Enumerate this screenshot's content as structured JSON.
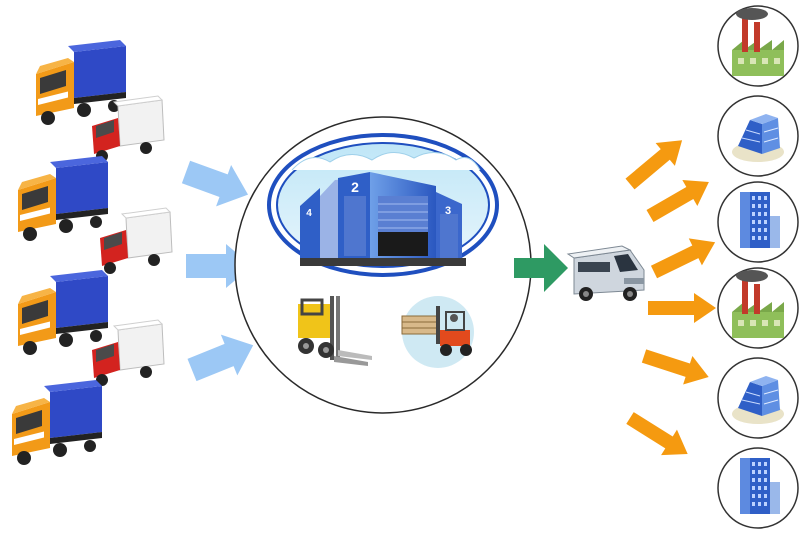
{
  "diagram": {
    "warehouse_door_numbers": [
      "2",
      "4",
      "3"
    ],
    "colors": {
      "inbound_arrow": "#9cc8f5",
      "outbound_arrow": "#f59a10",
      "delivery_arrow": "#2e9a63",
      "truck_cab_orange": "#f29a18",
      "truck_cargo_blue": "#2f49c6",
      "small_truck_red": "#d3231f",
      "warehouse_blue": "#2f5fc7"
    },
    "icons": {
      "sources": [
        "large-truck-icon",
        "small-truck-icon",
        "large-truck-icon",
        "small-truck-icon",
        "large-truck-icon",
        "small-truck-icon",
        "large-truck-icon"
      ],
      "hub": [
        "warehouse-icon",
        "forklift-icon",
        "loaded-forklift-icon"
      ],
      "carrier": "delivery-van-icon",
      "destinations": [
        "factory-icon",
        "office-building-icon",
        "skyscraper-icon",
        "factory-icon",
        "office-building-icon",
        "skyscraper-icon"
      ]
    }
  }
}
